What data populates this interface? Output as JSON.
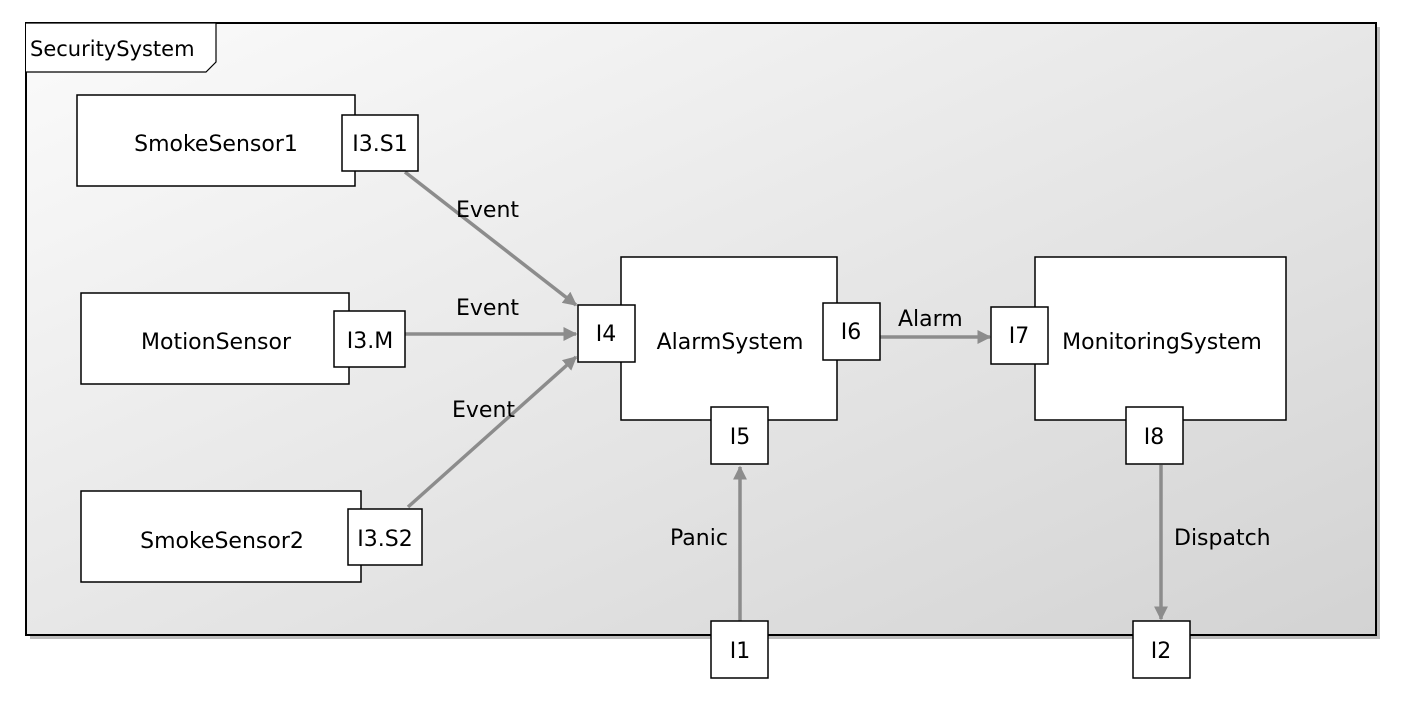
{
  "frame": {
    "title": "SecuritySystem"
  },
  "blocks": {
    "smoke1": "SmokeSensor1",
    "motion": "MotionSensor",
    "smoke2": "SmokeSensor2",
    "alarm": "AlarmSystem",
    "monitor": "MonitoringSystem"
  },
  "ports": {
    "i3s1": "I3.S1",
    "i3m": "I3.M",
    "i3s2": "I3.S2",
    "i4": "I4",
    "i5": "I5",
    "i6": "I6",
    "i7": "I7",
    "i8": "I8",
    "i1": "I1",
    "i2": "I2"
  },
  "connectors": {
    "event1": "Event",
    "event2": "Event",
    "event3": "Event",
    "alarm": "Alarm",
    "panic": "Panic",
    "dispatch": "Dispatch"
  },
  "colors": {
    "connector": "#8c8c8c",
    "frame_light": "#fafafa",
    "frame_dark": "#d4d4d4"
  }
}
